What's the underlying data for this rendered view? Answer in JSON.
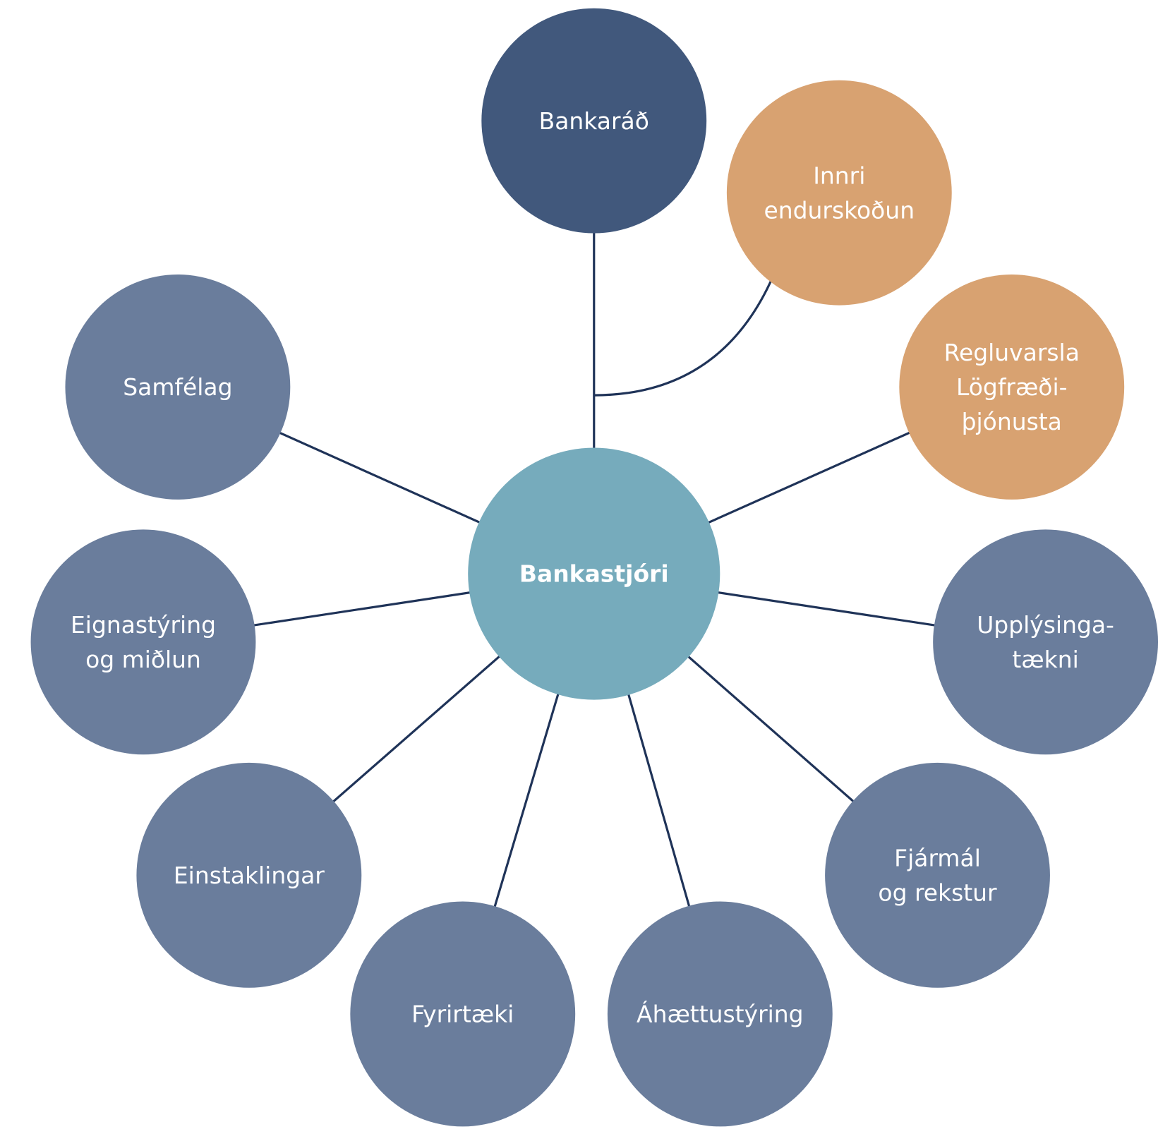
{
  "colors": {
    "board": "#41587C",
    "orange": "#D8A271",
    "division": "#6A7D9C",
    "center": "#76ABBC",
    "line": "#1F3358"
  },
  "center": {
    "label": [
      "Bankastjóri"
    ]
  },
  "board": {
    "label": [
      "Bankaráð"
    ]
  },
  "nodes": [
    {
      "id": "innri-endurskodun",
      "label": [
        "Innri",
        "endurskoðun"
      ],
      "color": "orange"
    },
    {
      "id": "regluvarsla",
      "label": [
        "Regluvarsla",
        "Lögfræði-",
        "þjónusta"
      ],
      "color": "orange"
    },
    {
      "id": "upplysingataekni",
      "label": [
        "Upplýsinga-",
        "tækni"
      ],
      "color": "division"
    },
    {
      "id": "fjarmal",
      "label": [
        "Fjármál",
        "og rekstur"
      ],
      "color": "division"
    },
    {
      "id": "ahaettustyring",
      "label": [
        "Áhættustýring"
      ],
      "color": "division"
    },
    {
      "id": "fyrirtaeki",
      "label": [
        "Fyrirtæki"
      ],
      "color": "division"
    },
    {
      "id": "einstaklingar",
      "label": [
        "Einstaklingar"
      ],
      "color": "division"
    },
    {
      "id": "eignastyring",
      "label": [
        "Eignastýring",
        "og miðlun"
      ],
      "color": "division"
    },
    {
      "id": "samfelag",
      "label": [
        "Samfélag"
      ],
      "color": "division"
    }
  ]
}
